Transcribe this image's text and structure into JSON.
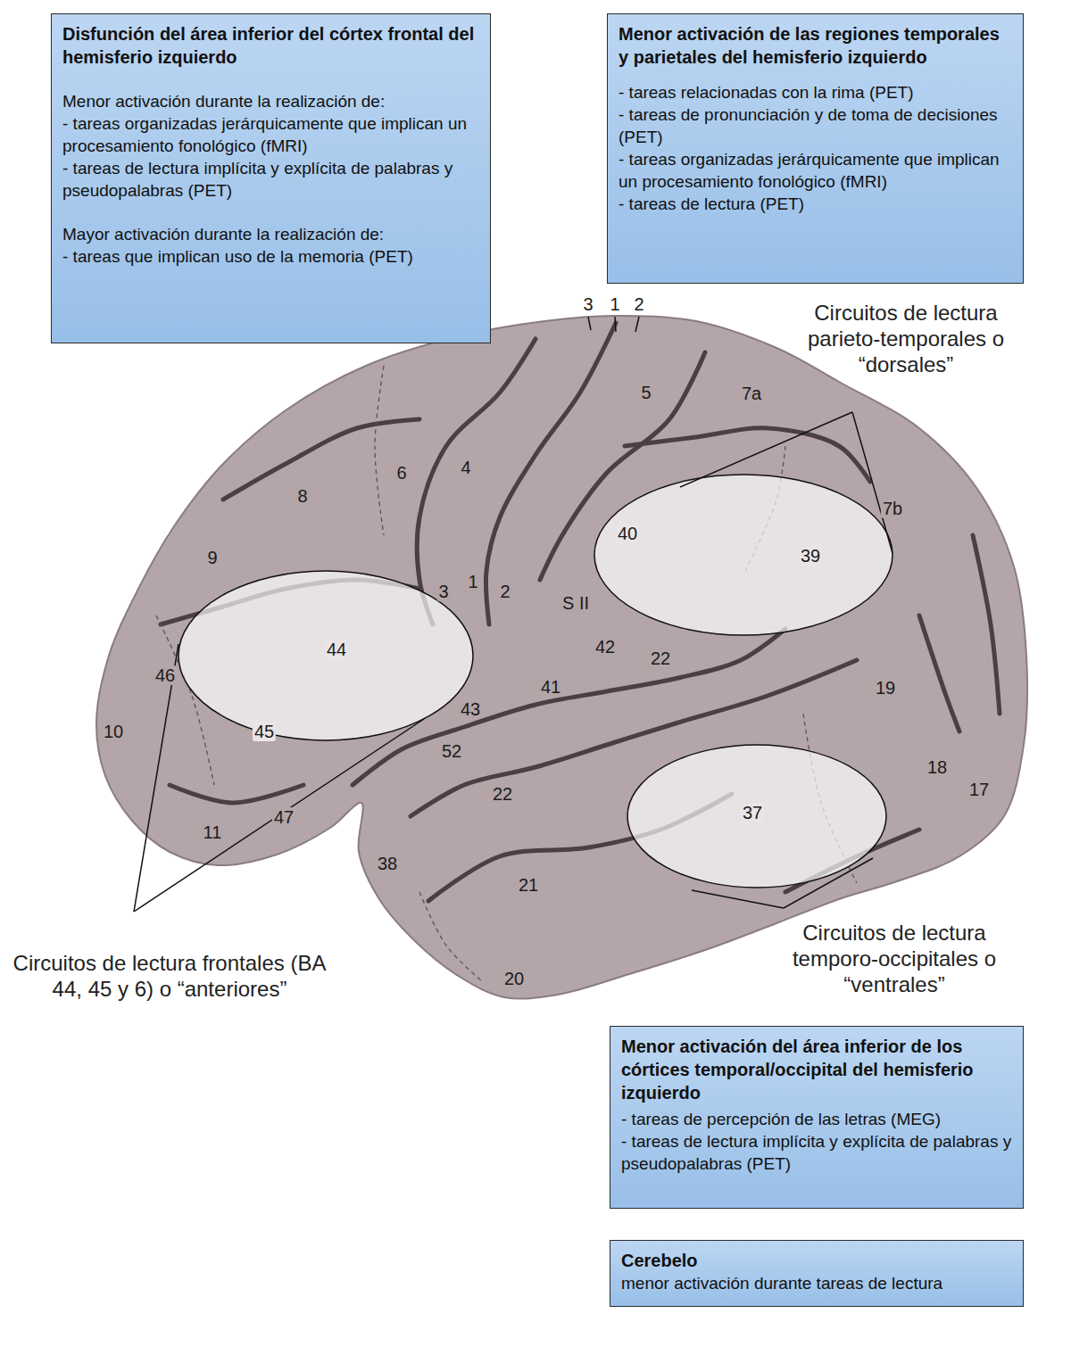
{
  "diagram": {
    "nodes": [
      {
        "text": [
          "Disfunción del área inferior del córtex frontal del hemisferio izquierdo",
          "Menor activación durante la realización de:",
          "- tareas organizadas jerárquicamente que implican un procesamiento fonológico (fMRI)",
          "- tareas de lectura implícita y explícita de palabras y pseudopalabras (PET)",
          "Mayor activación durante la realización de:",
          "- tareas que implican uso de la memoria (PET)"
        ]
      },
      {
        "text": [
          "Menor activación de las regiones temporales y parietales del hemisferio izquierdo",
          "- tareas relacionadas con la rima (PET)",
          "- tareas de pronunciación y de toma de decisiones (PET)",
          "- tareas organizadas jerárquicamente que implican un procesamiento fonológico (fMRI)",
          "- tareas de lectura (PET)"
        ]
      },
      {
        "text": [
          "Menor activación del área inferior de los córtices temporal/occipital del hemisferio izquierdo",
          "- tareas de percepción de las letras (MEG)",
          "- tareas de lectura implícita y explícita de palabras y pseudopalabras (PET)"
        ]
      },
      {
        "text": [
          "Cerebelo",
          "menor activación durante tareas de lectura"
        ]
      }
    ],
    "labels": [
      "3",
      "1",
      "2",
      "5",
      "7a",
      "6",
      "4",
      "8",
      "7b",
      "9",
      "40",
      "39",
      "1",
      "2",
      "3",
      "S II",
      "44",
      "46",
      "42",
      "22",
      "19",
      "41",
      "10",
      "45",
      "43",
      "52",
      "18",
      "17",
      "22",
      "37",
      "11",
      "47",
      "38",
      "21",
      "20",
      "Circuitos de lectura parieto-temporales o “dorsales”",
      "Circuitos de lectura frontales (BA 44, 45 y 6) o “anteriores”",
      "Circuitos de lectura temporo-occipitales o “ventrales”"
    ]
  }
}
